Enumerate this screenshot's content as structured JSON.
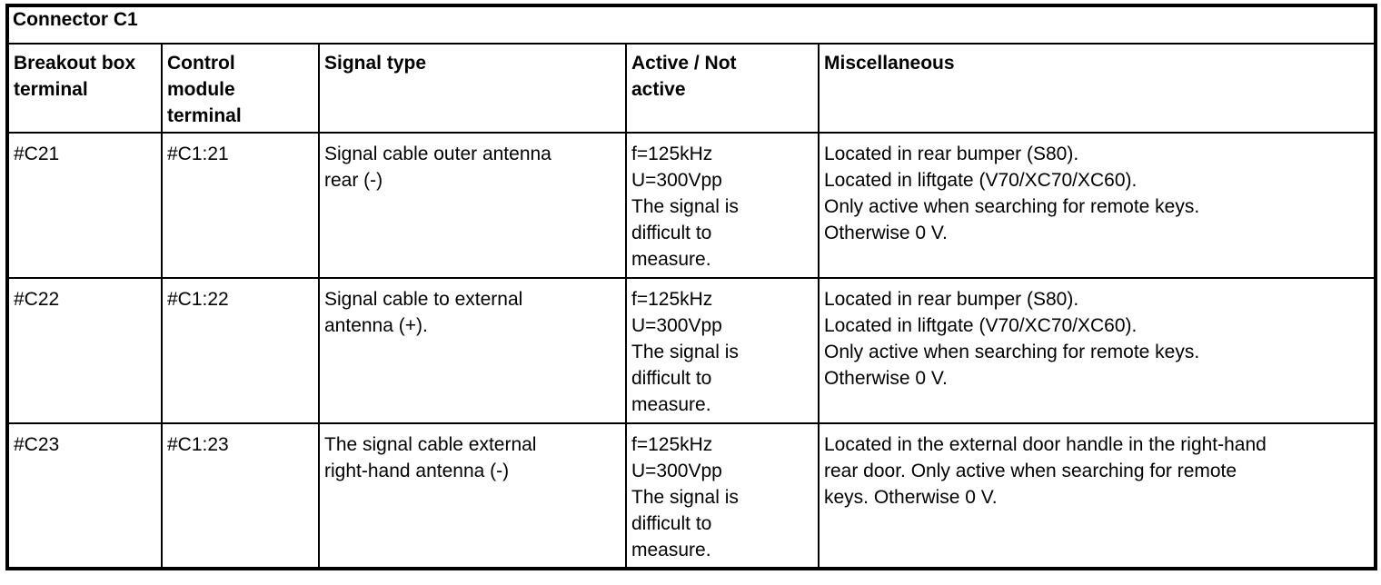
{
  "table": {
    "title": "Connector C1",
    "headers": [
      "Breakout box\nterminal",
      "Control\nmodule\nterminal",
      "Signal type",
      "Active / Not\nactive",
      "Miscellaneous"
    ],
    "rows": [
      [
        "#C21",
        "#C1:21",
        "Signal cable outer antenna\nrear (-)",
        "f=125kHz\nU=300Vpp\nThe signal is\ndifficult to\nmeasure.",
        "Located in rear bumper (S80).\nLocated in liftgate (V70/XC70/XC60).\nOnly active when searching for remote keys.\nOtherwise 0 V."
      ],
      [
        "#C22",
        "#C1:22",
        "Signal cable to external\nantenna (+).",
        "f=125kHz\nU=300Vpp\nThe signal is\ndifficult to\nmeasure.",
        "Located in rear bumper (S80).\nLocated in liftgate (V70/XC70/XC60).\nOnly active when searching for remote keys.\nOtherwise 0 V."
      ],
      [
        "#C23",
        "#C1:23",
        "The signal cable external\nright-hand antenna (-)",
        "f=125kHz\nU=300Vpp\nThe signal is\ndifficult to\nmeasure.",
        "Located in the external door handle in the right-hand\nrear door. Only active when searching for remote\nkeys. Otherwise 0 V."
      ]
    ],
    "colors": {
      "border": "#000000",
      "background": "#ffffff",
      "text": "#000000"
    }
  }
}
